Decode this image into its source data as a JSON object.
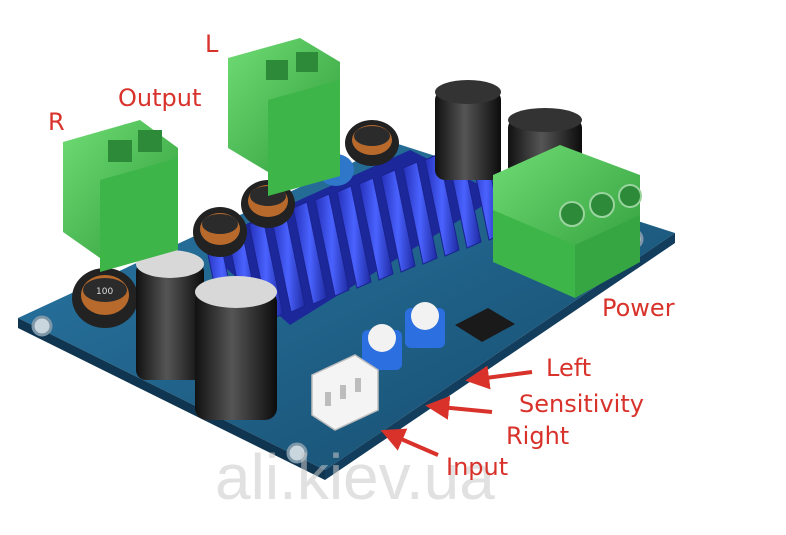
{
  "labels": {
    "l": "L",
    "output": "Output",
    "r": "R",
    "power": "Power",
    "left": "Left",
    "sensitivity": "Sensitivity",
    "right": "Right",
    "input": "Input"
  },
  "watermark": "ali.kiev.ua",
  "markings": {
    "inductor": "100"
  },
  "colors": {
    "label_red": "#d8322b",
    "pcb_blue": "#1f5f86",
    "heatsink_blue": "#2d3fd8",
    "terminal_green": "#52c65a"
  },
  "icons": [
    "arrow-icon"
  ]
}
